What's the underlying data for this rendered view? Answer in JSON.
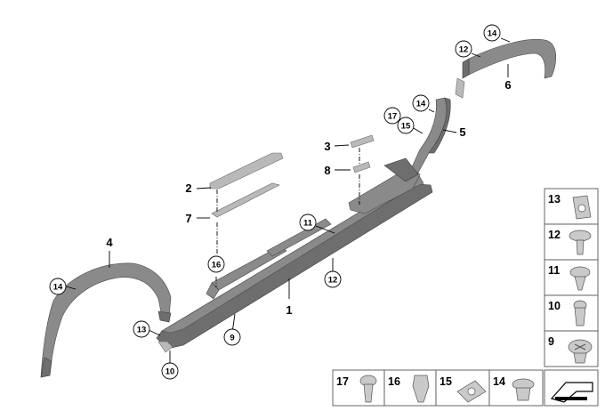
{
  "callouts_bold": [
    "1",
    "2",
    "3",
    "4",
    "5",
    "6",
    "7",
    "8"
  ],
  "callouts_circled": {
    "c14_top": "14",
    "c12_top": "12",
    "c14_mid": "14",
    "c17": "17",
    "c15": "15",
    "c11": "11",
    "c16": "16",
    "c12_sill": "12",
    "c14_left": "14",
    "c13": "13",
    "c9": "9",
    "c10": "10"
  },
  "parts_table": {
    "right_column": [
      "13",
      "12",
      "11",
      "10",
      "9"
    ],
    "bottom_row": [
      "17",
      "16",
      "15",
      "14"
    ]
  }
}
